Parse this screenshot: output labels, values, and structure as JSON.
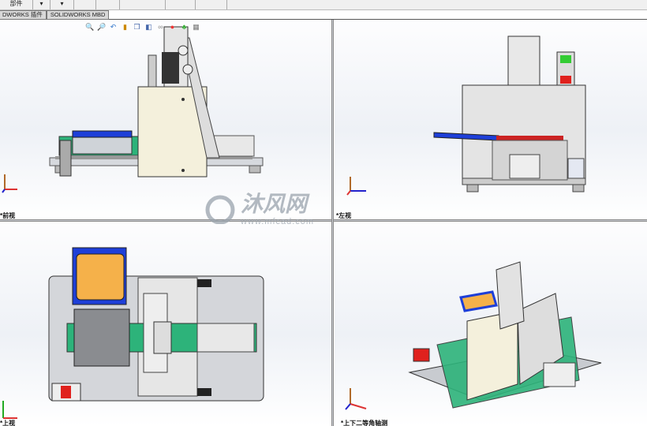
{
  "toolbar": {
    "items": [
      "部件",
      "▾",
      "▾"
    ]
  },
  "tabs": [
    {
      "label": "DWORKS 插件"
    },
    {
      "label": "SOLIDWORKS MBD"
    }
  ],
  "heads_up_toolbar": {
    "icons": [
      "zoom-to-fit-icon",
      "zoom-area-icon",
      "previous-view-icon",
      "section-view-icon",
      "view-orientation-icon",
      "display-style-icon",
      "hide-show-icon",
      "edit-appearance-icon",
      "apply-scene-icon",
      "view-settings-icon"
    ]
  },
  "viewports": [
    {
      "label": "*前视"
    },
    {
      "label": "*左视"
    },
    {
      "label": "*上视"
    },
    {
      "label": "*上下二等角轴测"
    }
  ],
  "watermark": {
    "brand": "沐风网",
    "url": "www.mfcad.com"
  },
  "colors": {
    "accent_green": "#2db37a",
    "blue": "#1e3fd8",
    "orange": "#f5b14a",
    "panel": "#f4f0dc",
    "red": "#e0211d"
  }
}
